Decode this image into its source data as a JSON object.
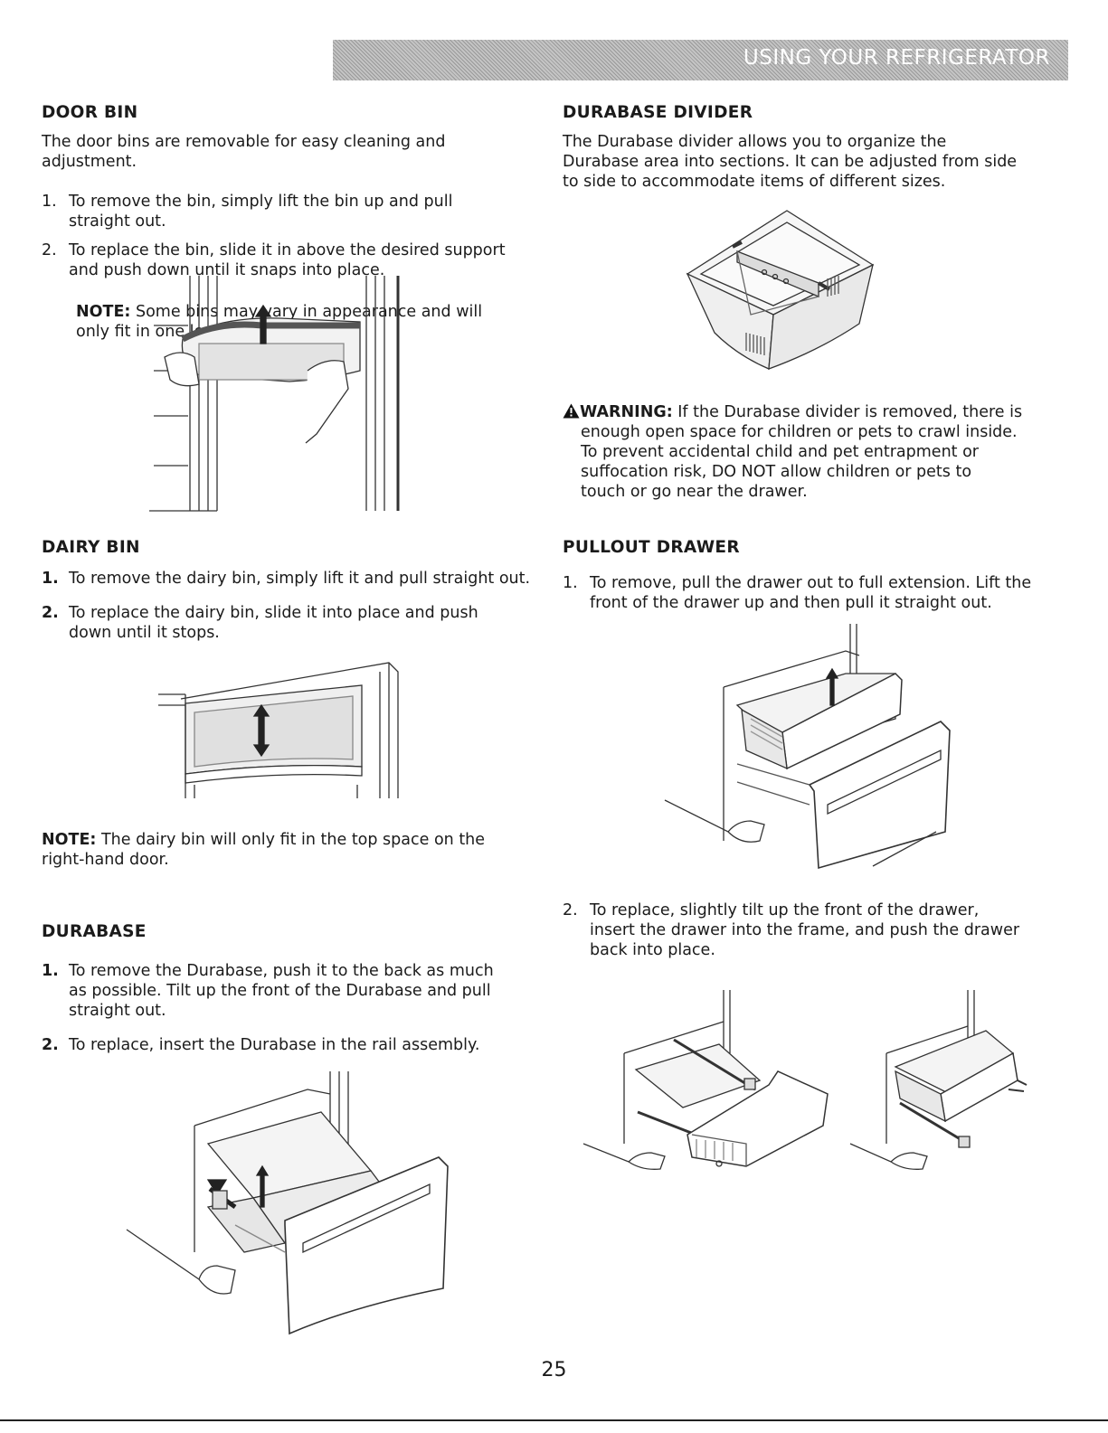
{
  "header": {
    "section_title": "USING YOUR REFRIGERATOR"
  },
  "door_bin": {
    "heading": "DOOR BIN",
    "intro": [
      "The door bins are removable for easy cleaning and",
      "adjustment."
    ],
    "steps": [
      {
        "num": "1.",
        "lines": [
          "To remove the bin, simply lift the bin up and pull",
          "straight out."
        ]
      },
      {
        "num": "2.",
        "lines": [
          "To replace the bin, slide it in above the desired support",
          "and push down until it snaps into place."
        ]
      }
    ],
    "note_label": "NOTE:",
    "note_lines": [
      " Some bins may vary in appearance and will",
      "only fit in one location."
    ]
  },
  "dairy_bin": {
    "heading": "DAIRY BIN",
    "steps": [
      {
        "num": "1.",
        "lines": [
          "To remove the dairy bin, simply lift it and pull straight out."
        ]
      },
      {
        "num": "2.",
        "lines": [
          "To replace the dairy bin, slide it into place and push",
          "down until it stops."
        ]
      }
    ],
    "note_label": "NOTE:",
    "note_lines": [
      " The dairy bin will only fit in the top space on the",
      "right-hand door."
    ]
  },
  "durabase": {
    "heading": "DURABASE",
    "steps": [
      {
        "num": "1.",
        "lines": [
          "To remove the Durabase, push it to the back as much",
          "as possible. Tilt up the front of the Durabase and pull",
          "straight out."
        ]
      },
      {
        "num": "2.",
        "lines": [
          "To replace, insert the Durabase in the rail assembly."
        ]
      }
    ]
  },
  "durabase_divider": {
    "heading": "DURABASE DIVIDER",
    "intro": [
      "The Durabase divider allows you to organize the",
      "Durabase area into sections. It can be adjusted from side",
      "to side to accommodate items of different sizes."
    ]
  },
  "warning": {
    "label": "WARNING:",
    "first_line": " If the Durabase divider is removed, there is",
    "lines": [
      "enough open space for children or pets to crawl inside.",
      "To prevent accidental child and pet entrapment or",
      "suffocation risk, DO NOT allow children or pets to",
      "touch or go near the drawer."
    ]
  },
  "pullout_drawer": {
    "heading": "PULLOUT DRAWER",
    "steps": [
      {
        "num": "1.",
        "lines": [
          "To remove, pull the drawer out to full extension. Lift the",
          "front of the drawer up and then pull it straight out."
        ]
      },
      {
        "num": "2.",
        "lines": [
          "To replace, slightly tilt up the front of the drawer,",
          "insert the drawer into the frame, and push the drawer",
          "back into place."
        ]
      }
    ]
  },
  "footer": {
    "page_number": "25"
  }
}
